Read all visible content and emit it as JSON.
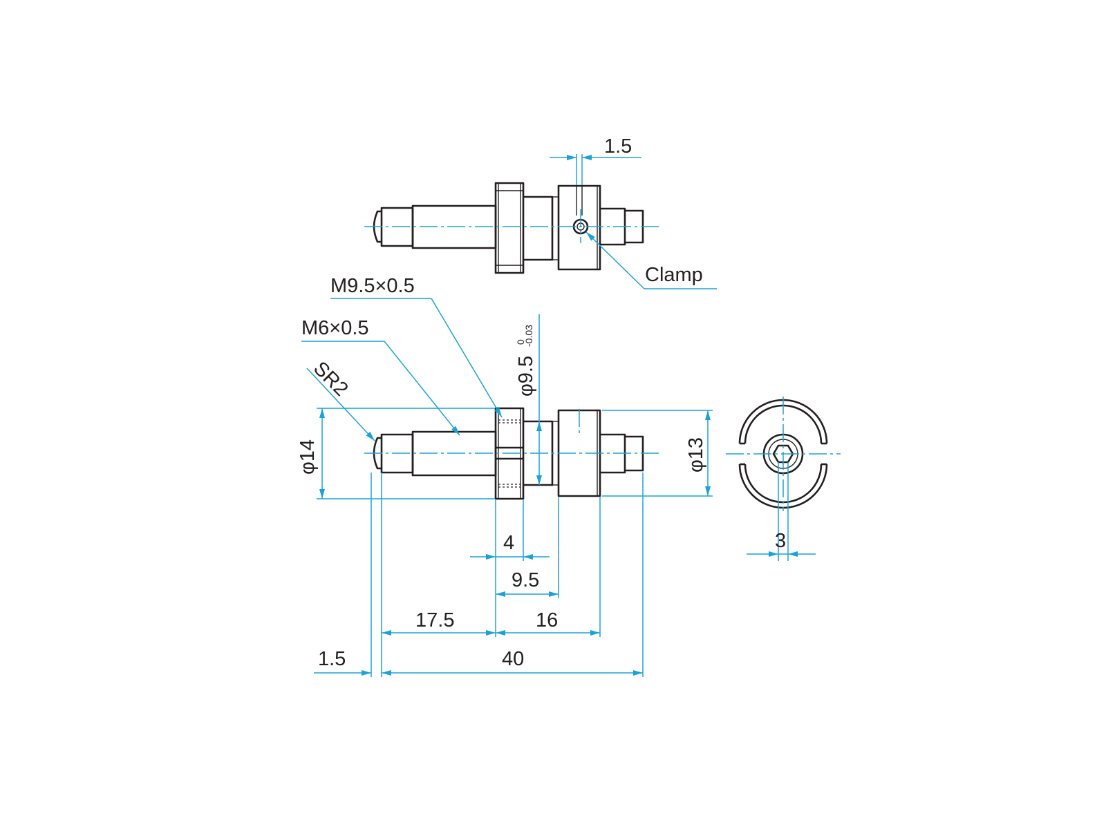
{
  "top_view": {
    "dim_slot_width": "1.5",
    "callout_clamp": "Clamp"
  },
  "front_view": {
    "callout_thread_large": "M9.5×0.5",
    "callout_thread_small": "M6×0.5",
    "callout_sphere_radius": "SR2",
    "dia_flange": "φ14",
    "dia_body": "φ13",
    "dia_shaft": {
      "nominal": "φ9.5",
      "tol_upper": "0",
      "tol_lower": "-0.03"
    },
    "dim_flange_thickness": "4",
    "dim_flange_to_body": "9.5",
    "dim_tip_to_flange": "17.5",
    "dim_flange_to_body_end": "16",
    "dim_tip_radius": "1.5",
    "dim_overall_length": "40"
  },
  "end_view": {
    "dim_hex_socket": "3"
  },
  "colors": {
    "outline": "#231f20",
    "dimension": "#1aa3d8",
    "background": "#ffffff"
  }
}
